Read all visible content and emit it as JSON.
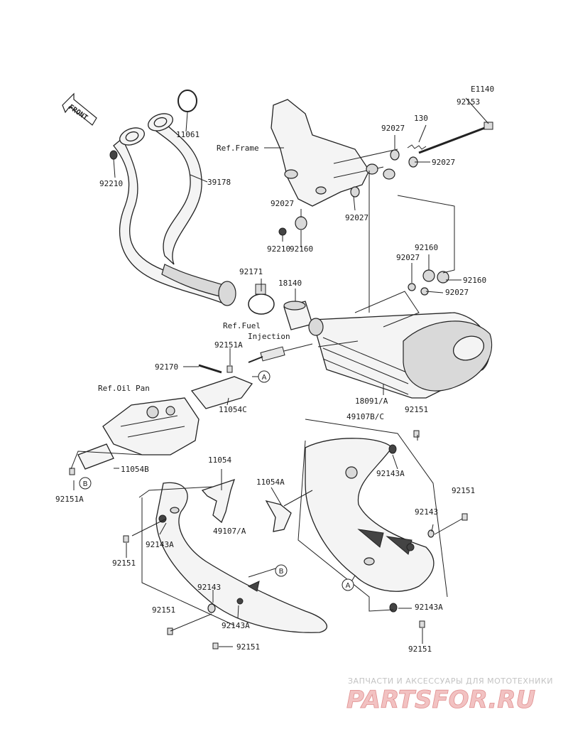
{
  "diagram": {
    "code": "E1140",
    "front_label": "FRONT",
    "refs": {
      "frame": "Ref.Frame",
      "fuel1": "Ref.Fuel",
      "fuel2": "Injection",
      "oil_pan": "Ref.Oil Pan"
    },
    "callouts": {
      "A": "A",
      "B": "B"
    },
    "parts": {
      "p11061": "11061",
      "p92210_a": "92210",
      "p39178": "39178",
      "p130": "130",
      "p92153": "92153",
      "p92027_a": "92027",
      "p92027_b": "92027",
      "p92027_c": "92027",
      "p92027_d": "92027",
      "p92027_e": "92027",
      "p92027_f": "92027",
      "p92210_b": "92210",
      "p92160_a": "92160",
      "p92160_b": "92160",
      "p92160_c": "92160",
      "p92171": "92171",
      "p18140": "18140",
      "p92151A_a": "92151A",
      "p92170": "92170",
      "p11054C": "11054C",
      "p18091A": "18091/A",
      "p49107BC": "49107B/C",
      "p92151_a": "92151",
      "p11054B": "11054B",
      "p92151A_b": "92151A",
      "p11054": "11054",
      "p11054A": "11054A",
      "p92143A_a": "92143A",
      "p92151_b": "92151",
      "p92143_a": "92143",
      "p92143A_b": "92143A",
      "p49107A": "49107/A",
      "p92151_c": "92151",
      "p92143_b": "92143",
      "p92151_d": "92151",
      "p92143A_c": "92143A",
      "p92151_e": "92151",
      "p92143A_d": "92143A",
      "p92151_f": "92151"
    }
  },
  "watermark": {
    "caption": "ЗАПЧАСТИ И АКСЕССУАРЫ ДЛЯ МОТОТЕХНИКИ",
    "brand": "PARTSFOR.RU"
  }
}
